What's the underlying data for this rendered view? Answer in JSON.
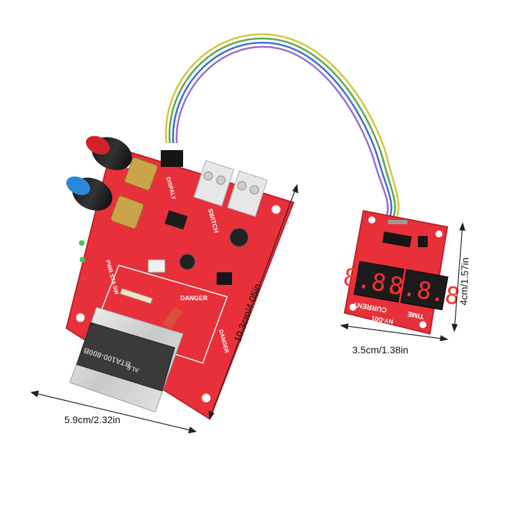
{
  "dimensions": {
    "main_width": "5.9cm/2.32in",
    "main_length": "10.3cm/4.05in",
    "display_width": "3.5cm/1.38in",
    "display_height": "4cm/1.57in"
  },
  "main_board": {
    "label_display": "DISPALY",
    "label_switch": "SWITCH",
    "label_danger_1": "DANGER",
    "label_danger_2": "DANGER",
    "label_pwr": "PWR STA SW",
    "relay_code": "BTA100-800B",
    "relay_brand": "ALE",
    "board_color": "#e8303a"
  },
  "display_module": {
    "label_current": "CURRENT",
    "label_time": "TIME",
    "model": "NY-D01",
    "digits_left": "8.8.8",
    "digits_right": "8.8.8",
    "board_color": "#e8303a"
  },
  "cable_colors": [
    "#d3c53a",
    "#5aa84a",
    "#3c6fcf",
    "#9a6bd0"
  ]
}
